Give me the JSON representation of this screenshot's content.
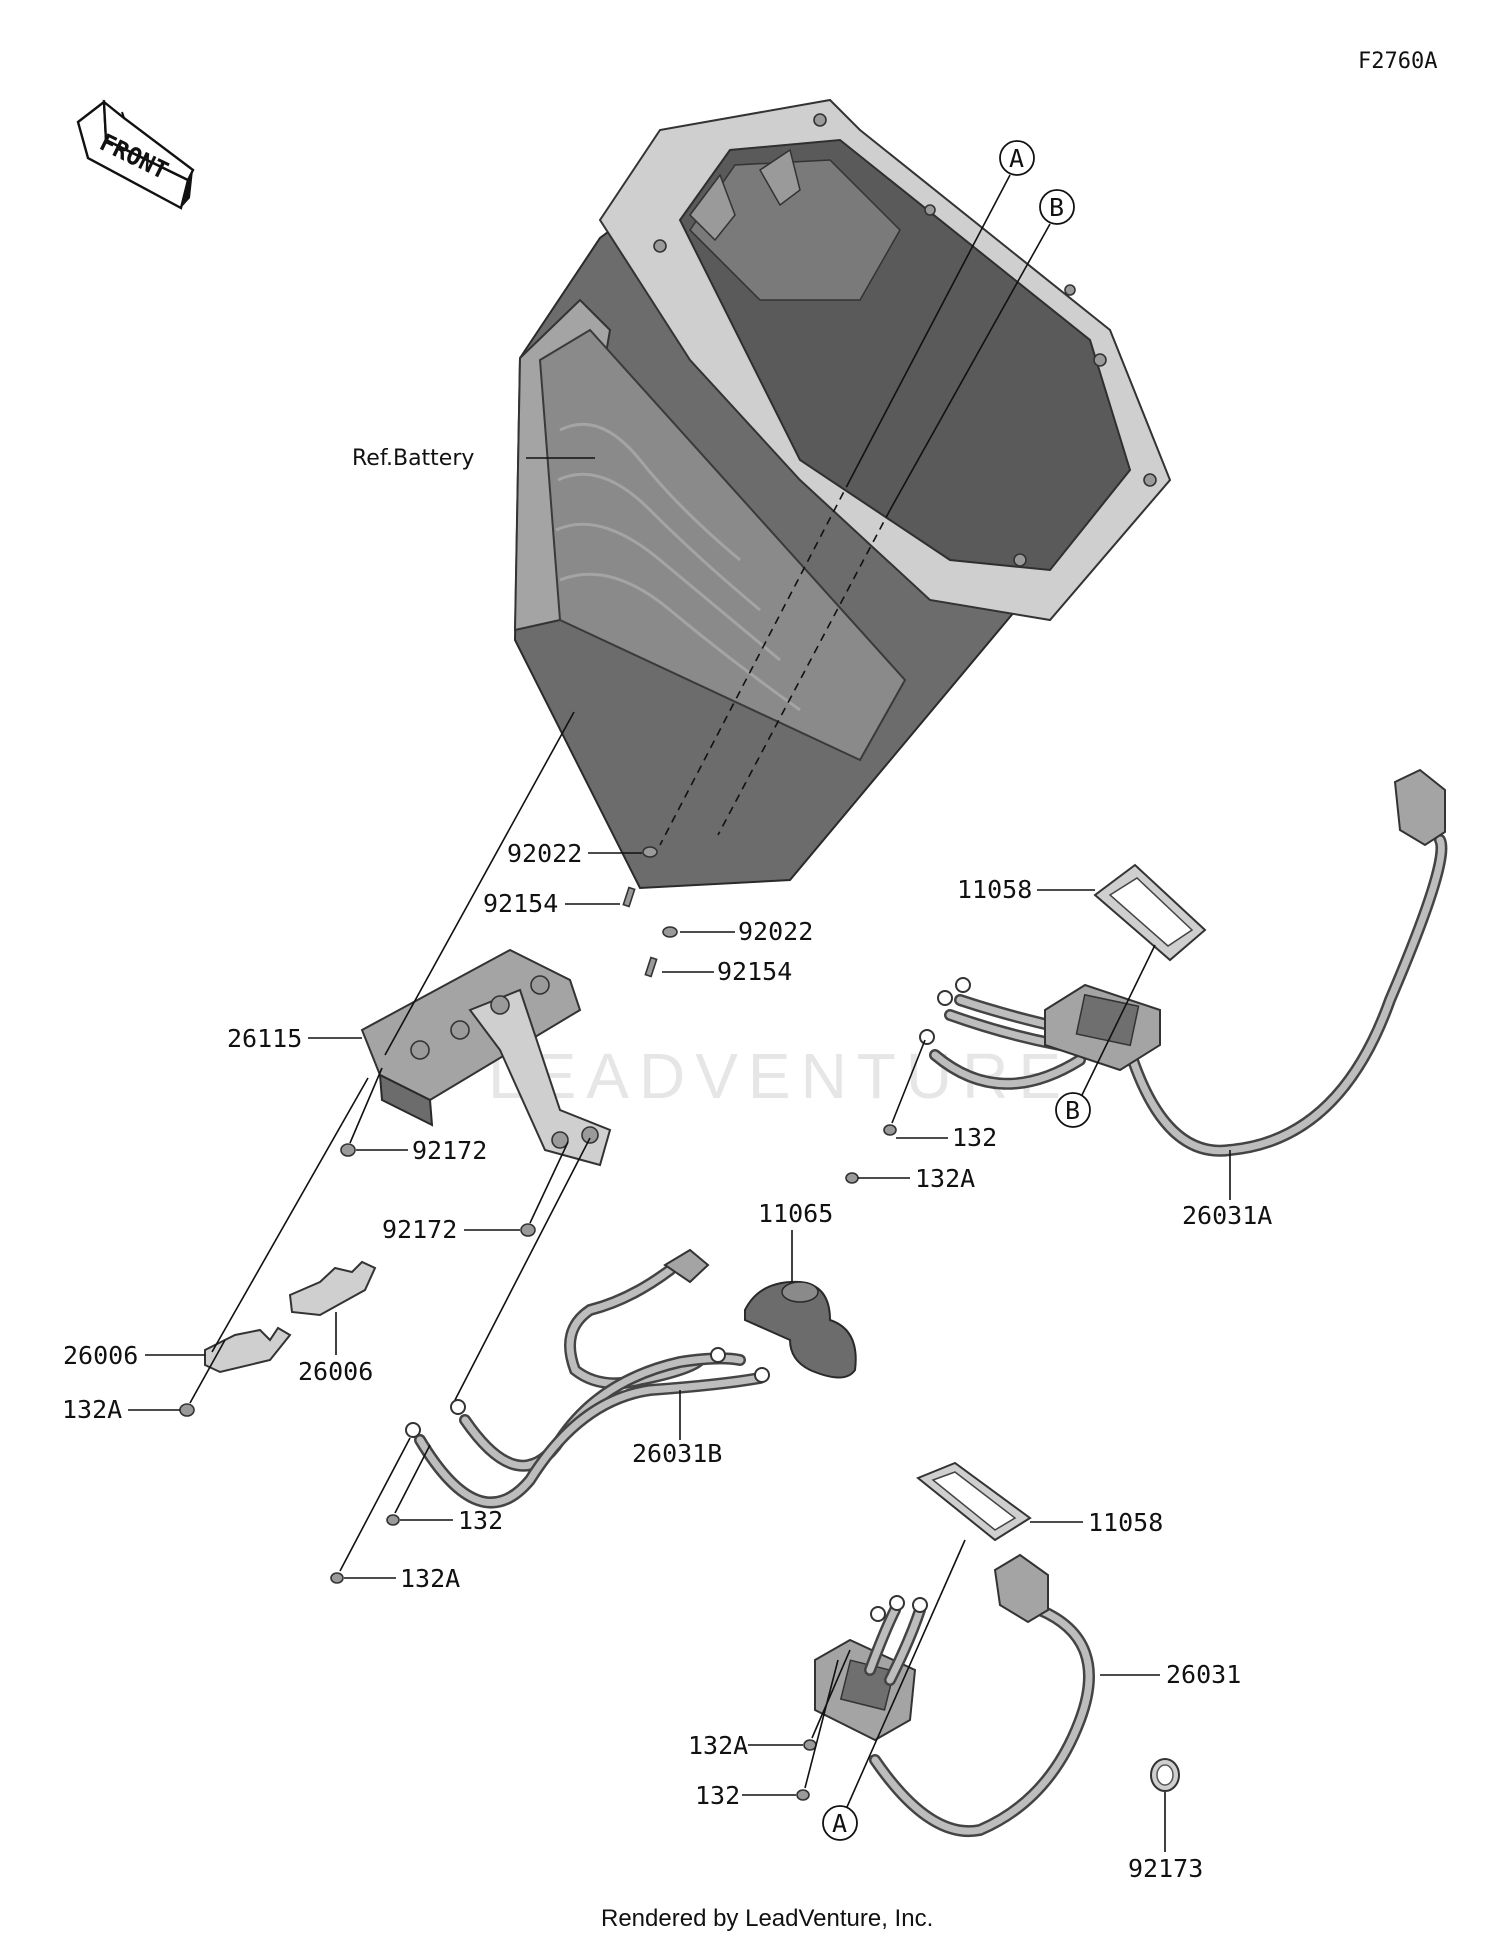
{
  "figure_code": "F2760A",
  "front_marker": "FRONT",
  "watermark": "LEADVENTURE",
  "footer": "Rendered by LeadVenture, Inc.",
  "refs": {
    "a": "A",
    "b": "B"
  },
  "labels": {
    "ref_battery": "Ref.Battery",
    "p92022_left": "92022",
    "p92154_left": "92154",
    "p92022_right": "92022",
    "p92154_right": "92154",
    "p26115": "26115",
    "p92172_upper": "92172",
    "p92172_lower": "92172",
    "p26006_left": "26006",
    "p26006_right": "26006",
    "p132A_left": "132A",
    "p11058_upper": "11058",
    "p132_upper": "132",
    "p132A_upper": "132A",
    "p26031A": "26031A",
    "p11065": "11065",
    "p26031B": "26031B",
    "p132_mid": "132",
    "p132A_mid": "132A",
    "p11058_lower": "11058",
    "p26031": "26031",
    "p132A_lower": "132A",
    "p132_lower": "132",
    "p92173": "92173"
  }
}
